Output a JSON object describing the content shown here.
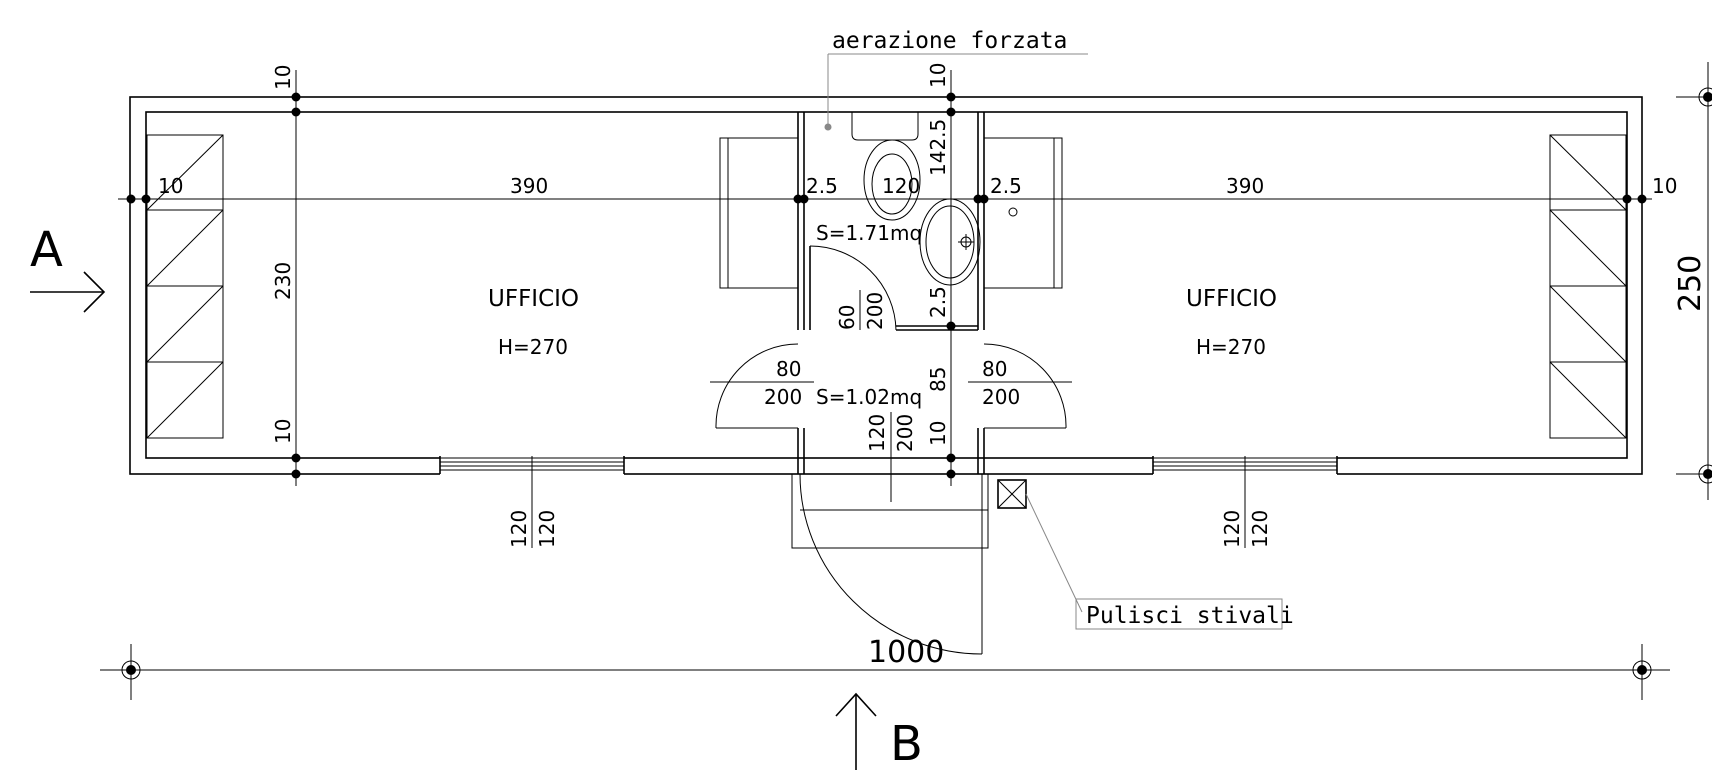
{
  "notes": {
    "forced_ventilation": "aerazione forzata",
    "boot_cleaner": "Pulisci stivali"
  },
  "rooms": {
    "left": {
      "name": "UFFICIO",
      "height": "H=270"
    },
    "right": {
      "name": "UFFICIO",
      "height": "H=270"
    },
    "wc_area": "S=1.71mq",
    "antibagno_area": "S=1.02mq"
  },
  "dimensions": {
    "total_length": "1000",
    "total_width": "250",
    "wall_left": "10",
    "wall_right": "10",
    "room_left_len": "390",
    "room_right_len": "390",
    "partition_left": "2.5",
    "partition_right": "2.5",
    "wc_width": "120",
    "top_wall_left": "10",
    "top_wall_mid": "10",
    "inner_width": "230",
    "bottom_wall_left": "10",
    "bottom_wall_mid": "10",
    "wc_depth": "142.5",
    "wc_partition": "2.5",
    "antibagno_depth": "85",
    "window_left_w": "120",
    "window_left_h": "120",
    "window_right_w": "120",
    "window_right_h": "120",
    "door_left_w": "80",
    "door_left_h": "200",
    "door_right_w": "80",
    "door_right_h": "200",
    "door_wc_w": "60",
    "door_wc_h": "200",
    "door_entry_w": "120",
    "door_entry_h": "200"
  },
  "sections": {
    "a": "A",
    "b": "B"
  }
}
